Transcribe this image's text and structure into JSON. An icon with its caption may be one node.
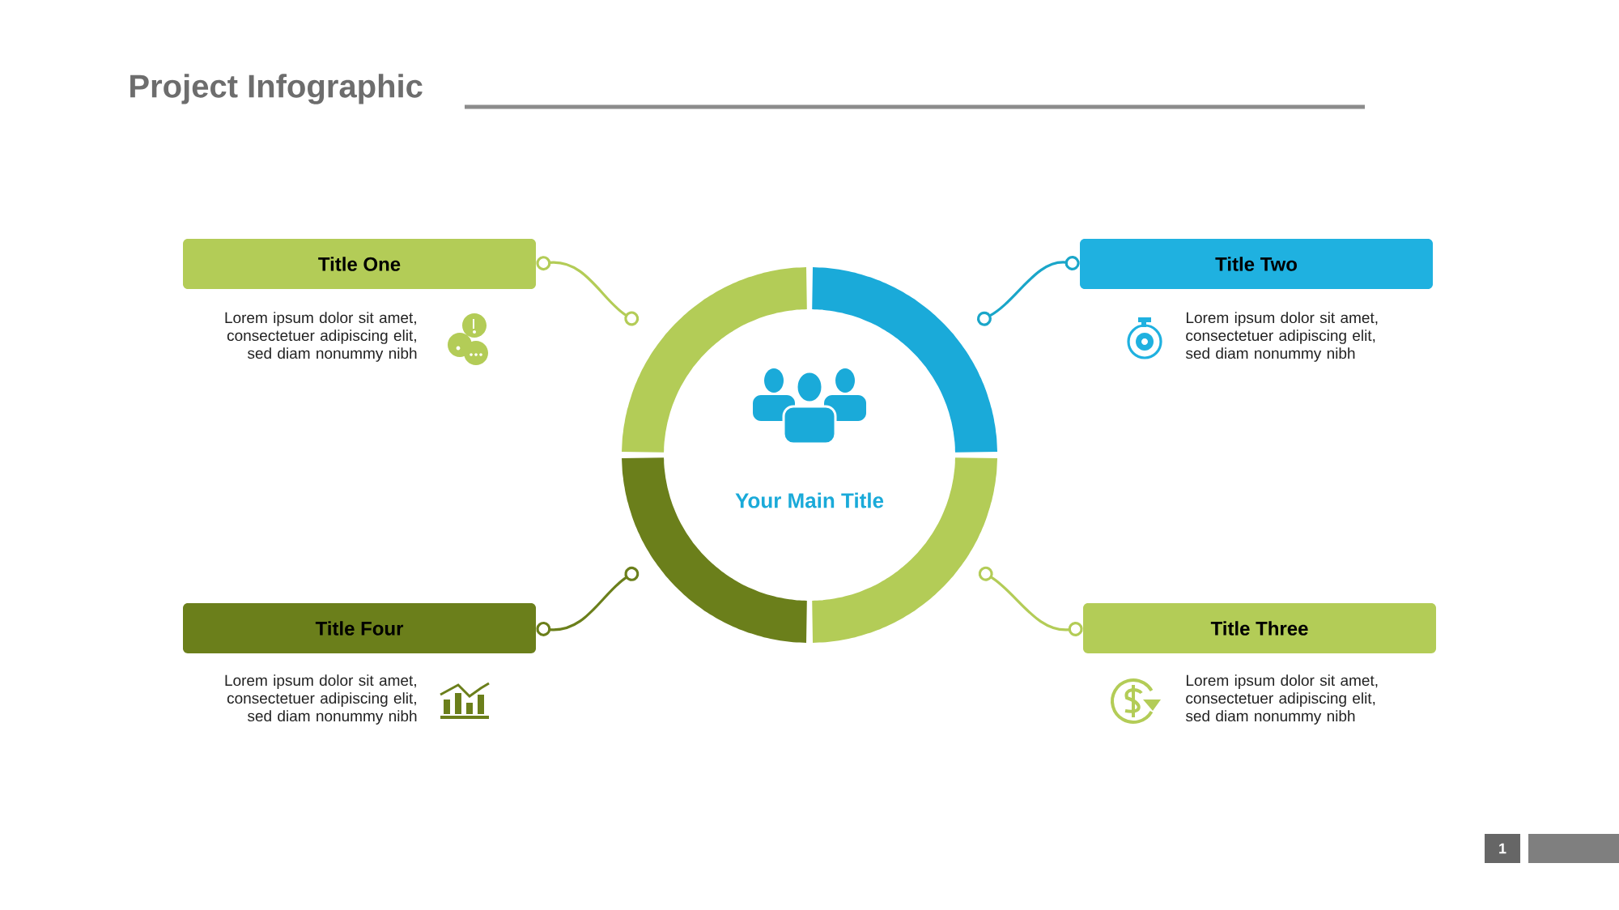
{
  "diagram": {
    "title": "Project Infographic",
    "nodes": [
      {
        "text": [
          "Title One"
        ],
        "beside": [
          "Lorem ipsum dolor sit amet, consectetuer adipiscing elit, sed diam nonummy nibh"
        ]
      },
      {
        "text": [
          "Title Two"
        ],
        "beside": [
          "Lorem ipsum dolor sit amet, consectetuer adipiscing elit, sed diam nonummy nibh"
        ]
      },
      {
        "text": [],
        "shape": "arc"
      },
      {
        "text": [],
        "shape": "arc"
      },
      {
        "text": [
          "Your Main Title"
        ]
      },
      {
        "text": [],
        "shape": "arc"
      },
      {
        "text": [],
        "shape": "arc"
      },
      {
        "text": [
          "Title Four"
        ],
        "beside": [
          "Lorem ipsum dolor sit amet, consectetuer adipiscing elit, sed diam nonummy nibh"
        ]
      },
      {
        "text": [
          "Title Three"
        ],
        "beside": [
          "Lorem ipsum dolor sit amet, consectetuer adipiscing elit, sed diam nonummy nibh"
        ]
      }
    ],
    "edges": [
      {
        "from": 0,
        "to": 2,
        "arrow": "other",
        "color": "#b3cc57"
      },
      {
        "from": 1,
        "to": 3,
        "arrow": "other",
        "color": "#1aa6c9"
      },
      {
        "from": 7,
        "to": 5,
        "arrow": "other",
        "color": "#6b7f1b"
      },
      {
        "from": 8,
        "to": 6,
        "arrow": "other",
        "color": "#b3cc57"
      }
    ],
    "labels": [
      "1"
    ]
  }
}
